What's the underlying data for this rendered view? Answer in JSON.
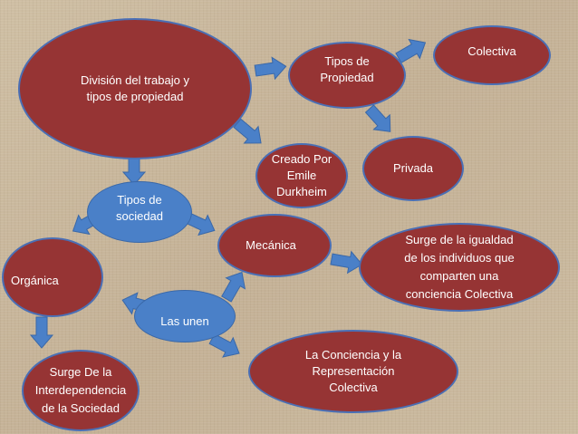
{
  "nodes": {
    "division": "División del trabajo y\ntipos de propiedad",
    "tipos_propiedad": "Tipos de\nPropiedad",
    "colectiva": "Colectiva",
    "privada": "Privada",
    "creado_por": "Creado Por\nEmile\nDurkheim",
    "tipos_sociedad": "Tipos de\nsociedad",
    "mecanica": "Mecánica",
    "organica": "Orgánica",
    "las_unen": "Las unen",
    "surge_igualdad": "Surge de la igualdad\nde los individuos que\ncomparten una\nconciencia Colectiva",
    "conciencia": "La Conciencia y la\nRepresentación\nColectiva",
    "surge_interdependencia": "Surge De la\nInterdependencia\nde la Sociedad"
  },
  "colors": {
    "red_node": "#963434",
    "blue_node": "#4a80c8",
    "arrow": "#4a80c8",
    "border": "#4a6fb5"
  }
}
